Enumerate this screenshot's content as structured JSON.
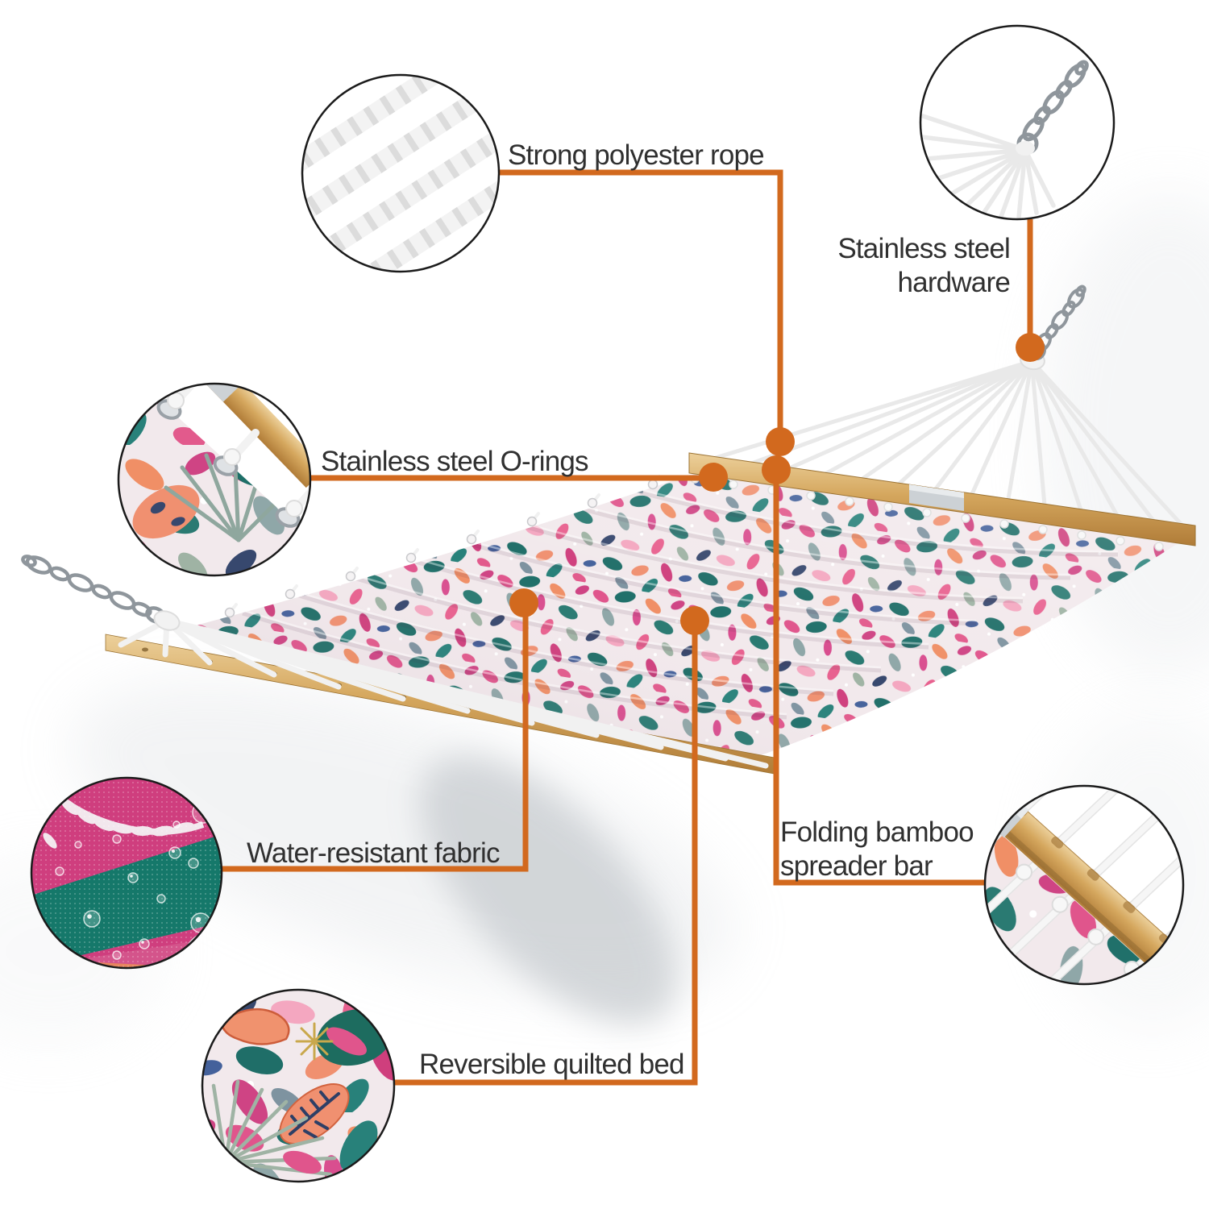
{
  "callouts": {
    "rope": {
      "label": "Strong polyester rope"
    },
    "hardware": {
      "line1": "Stainless steel",
      "line2": "hardware"
    },
    "orings": {
      "label": "Stainless steel O-rings"
    },
    "water": {
      "label": "Water-resistant fabric"
    },
    "spreader": {
      "line1": "Folding bamboo",
      "line2": "spreader bar"
    },
    "quilted": {
      "label": "Reversible quilted bed"
    }
  },
  "colors": {
    "accent": "#D2691E",
    "text": "#303030",
    "metal": "#8F969C",
    "rope": "#F1F1F1",
    "bamboo": "#D5A75E",
    "fabric_base": "#F2E9EC",
    "fabric_pink": "#E0558C",
    "fabric_magenta": "#CF3F7D",
    "fabric_teal": "#20706A",
    "fabric_coral": "#F08F66",
    "fabric_navy": "#37486E",
    "fabric_sage": "#9FB3A4"
  }
}
